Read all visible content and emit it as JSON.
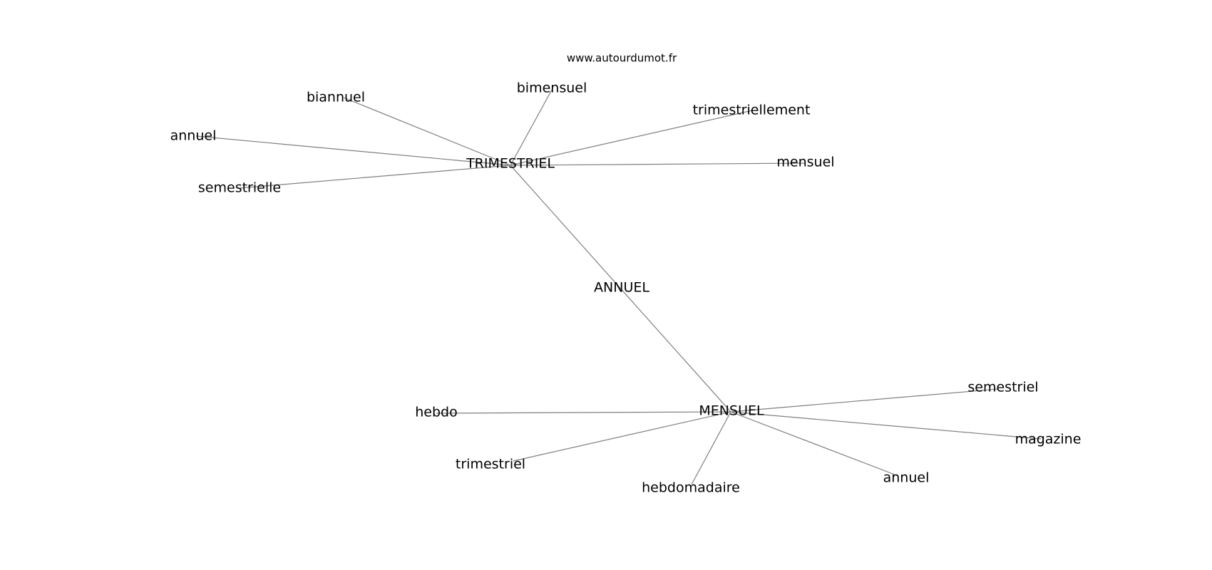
{
  "credit": "www.autourdumot.fr",
  "center": "ANNUEL",
  "hubs": [
    "TRIMESTRIEL",
    "MENSUEL"
  ],
  "nodes": [
    "ANNUEL",
    "TRIMESTRIEL",
    "MENSUEL",
    "biannuel",
    "bimensuel",
    "trimestriellement",
    "annuel",
    "mensuel",
    "semestrielle",
    "hebdo",
    "semestriel",
    "magazine",
    "trimestriel",
    "hebdomadaire",
    "annuel"
  ],
  "edges": [
    [
      "TRIMESTRIEL",
      "MENSUEL"
    ],
    [
      "TRIMESTRIEL",
      "biannuel"
    ],
    [
      "TRIMESTRIEL",
      "bimensuel"
    ],
    [
      "TRIMESTRIEL",
      "trimestriellement"
    ],
    [
      "TRIMESTRIEL",
      "annuel"
    ],
    [
      "TRIMESTRIEL",
      "mensuel"
    ],
    [
      "TRIMESTRIEL",
      "semestrielle"
    ],
    [
      "MENSUEL",
      "hebdo"
    ],
    [
      "MENSUEL",
      "semestriel"
    ],
    [
      "MENSUEL",
      "magazine"
    ],
    [
      "MENSUEL",
      "trimestriel"
    ],
    [
      "MENSUEL",
      "hebdomadaire"
    ],
    [
      "MENSUEL",
      "annuel"
    ]
  ]
}
